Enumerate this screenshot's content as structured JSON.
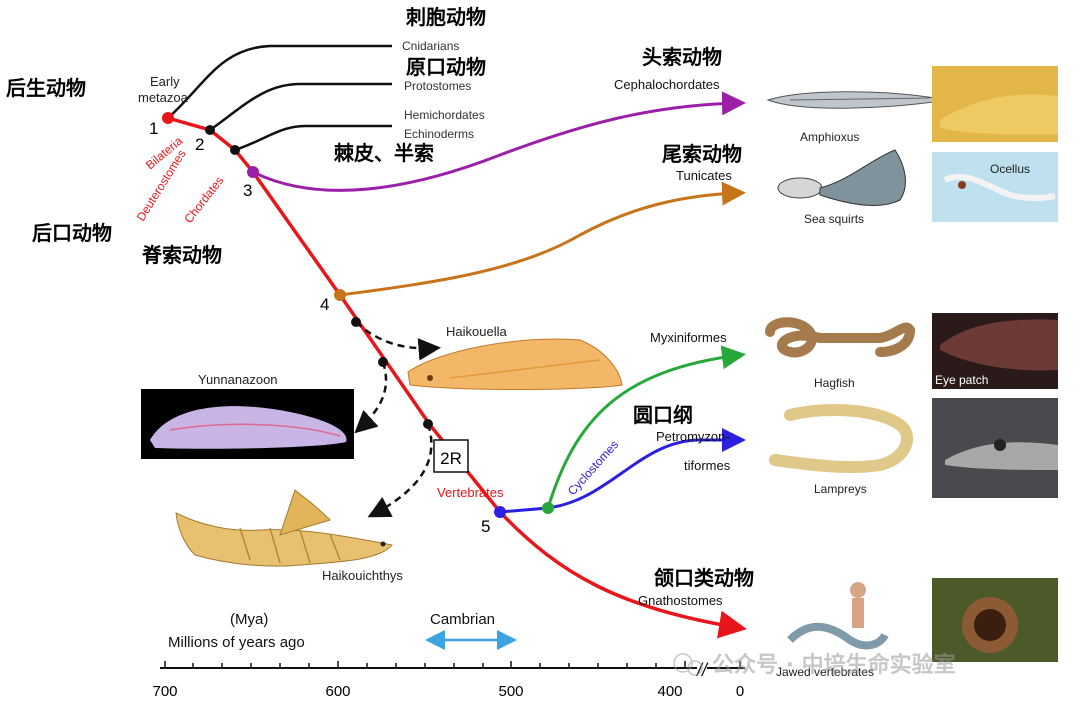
{
  "cn_labels": {
    "houshengdongwu": "后生动物",
    "houkoudongwu": "后口动物",
    "jisuodongwu": "脊索动物",
    "cibaodongwu": "刺胞动物",
    "yuankoudongwu": "原口动物",
    "jipi_bansuo": "棘皮、半索",
    "tousuodongwu": "头索动物",
    "weisuodongwu": "尾索动物",
    "yuankougang": "圆口纲",
    "hekouleidongwu": "颌口类动物"
  },
  "node_labels": {
    "early_metazoa_1": "Early",
    "early_metazoa_2": "metazoa",
    "n1": "1",
    "n2": "2",
    "n3": "3",
    "n4": "4",
    "n5": "5"
  },
  "clade_labels": {
    "bilateria": "Bilateria",
    "deuterostomes": "Deuterostomes",
    "chordates": "Chordates",
    "vertebrates": "Vertebrates",
    "cyclostomes": "Cyclostomes",
    "two_r": "2R"
  },
  "tip_labels": {
    "cnidarians": "Cnidarians",
    "protostomes": "Protostomes",
    "hemichordates": "Hemichordates",
    "echinoderms": "Echinoderms",
    "cephalochordates": "Cephalochordates",
    "tunicates": "Tunicates",
    "myxiniformes": "Myxiniformes",
    "petromyzon_1": "Petromyzon-",
    "petromyzon_2": "tiformes",
    "gnathostomes": "Gnathostomes"
  },
  "fossil_labels": {
    "haikouella": "Haikouella",
    "yunnanazoon": "Yunnanazoon",
    "haikouichthys": "Haikouichthys"
  },
  "image_captions": {
    "amphioxus": "Amphioxus",
    "sea_squirts": "Sea squirts",
    "ocellus": "Ocellus",
    "hagfish": "Hagfish",
    "eye_patch": "Eye patch",
    "lampreys": "Lampreys",
    "jawed_vertebrates": "Jawed vertebrates"
  },
  "axis": {
    "unit_1": "(Mya)",
    "unit_2": "Millions of years ago",
    "period": "Cambrian",
    "ticks": [
      "700",
      "600",
      "500",
      "400",
      "0"
    ],
    "break_mark": "//"
  },
  "watermark": {
    "text": "公众号 · 中培生命实验室"
  },
  "colors": {
    "vertebrate_line": "#e8161b",
    "cephalochordate_line": "#9b1fa8",
    "tunicate_line": "#c8741a",
    "hagfish_line": "#27a83a",
    "lamprey_line": "#2b1fe0",
    "cambrian_bar": "#3aa3e0",
    "basal_line": "#111111"
  }
}
